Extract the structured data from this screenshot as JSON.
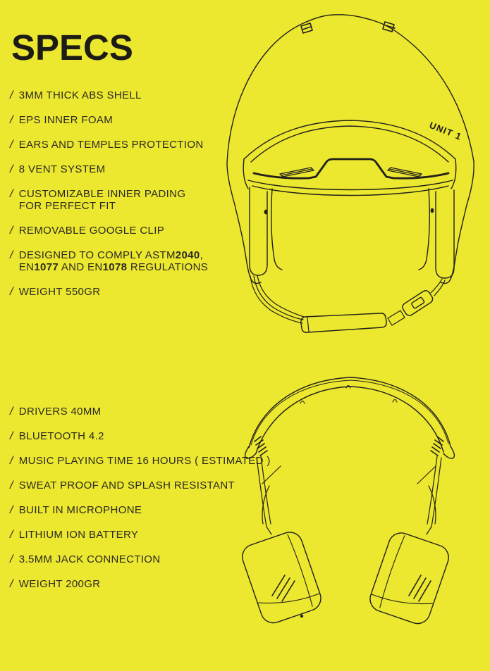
{
  "title": "SPECS",
  "bullet": "/",
  "brand": {
    "logo": "UNIT 1"
  },
  "colors": {
    "background": "#ECE72F",
    "text": "#2B2A23",
    "title": "#1C1B15",
    "line": "#21201A"
  },
  "helmet_specs": {
    "items": [
      {
        "lines": [
          [
            {
              "text": "3MM THICK ABS SHELL"
            }
          ]
        ]
      },
      {
        "lines": [
          [
            {
              "text": "EPS INNER FOAM"
            }
          ]
        ]
      },
      {
        "lines": [
          [
            {
              "text": "EARS AND TEMPLES PROTECTION"
            }
          ]
        ]
      },
      {
        "lines": [
          [
            {
              "text": "8 VENT SYSTEM"
            }
          ]
        ]
      },
      {
        "lines": [
          [
            {
              "text": "CUSTOMIZABLE INNER PADING"
            }
          ],
          [
            {
              "text": "FOR PERFECT FIT"
            }
          ]
        ]
      },
      {
        "lines": [
          [
            {
              "text": "REMOVABLE GOOGLE CLIP"
            }
          ]
        ]
      },
      {
        "lines": [
          [
            {
              "text": "DESIGNED TO COMPLY ASTM"
            },
            {
              "text": "2040",
              "bold": true
            },
            {
              "text": ","
            }
          ],
          [
            {
              "text": "EN"
            },
            {
              "text": "1077",
              "bold": true
            },
            {
              "text": " AND EN"
            },
            {
              "text": "1078",
              "bold": true
            },
            {
              "text": " REGULATIONS"
            }
          ]
        ]
      },
      {
        "lines": [
          [
            {
              "text": "WEIGHT 550GR"
            }
          ]
        ]
      }
    ]
  },
  "headphone_specs": {
    "items": [
      {
        "lines": [
          [
            {
              "text": "DRIVERS 40MM"
            }
          ]
        ]
      },
      {
        "lines": [
          [
            {
              "text": "BLUETOOTH 4.2"
            }
          ]
        ]
      },
      {
        "lines": [
          [
            {
              "text": "MUSIC PLAYING TIME 16 HOURS ( ESTIMATED )"
            }
          ]
        ]
      },
      {
        "lines": [
          [
            {
              "text": "SWEAT PROOF AND SPLASH RESISTANT"
            }
          ]
        ]
      },
      {
        "lines": [
          [
            {
              "text": "BUILT IN MICROPHONE"
            }
          ]
        ]
      },
      {
        "lines": [
          [
            {
              "text": "LITHIUM ION BATTERY"
            }
          ]
        ]
      },
      {
        "lines": [
          [
            {
              "text": "3.5MM JACK CONNECTION"
            }
          ]
        ]
      },
      {
        "lines": [
          [
            {
              "text": "WEIGHT 200GR"
            }
          ]
        ]
      }
    ]
  }
}
